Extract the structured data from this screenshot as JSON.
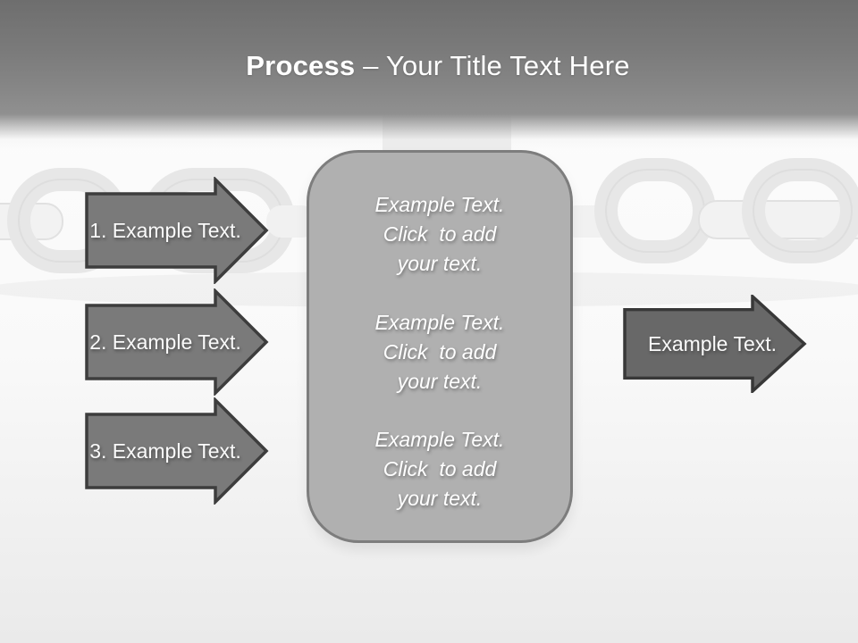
{
  "header": {
    "title_bold": "Process",
    "title_rest": "– Your Title Text Here"
  },
  "left_arrows": [
    {
      "label": "1. Example Text."
    },
    {
      "label": "2. Example Text."
    },
    {
      "label": "3. Example Text."
    }
  ],
  "center_box": {
    "blocks": [
      {
        "lines": [
          "Example Text.",
          "Click  to add",
          "your text."
        ]
      },
      {
        "lines": [
          "Example Text.",
          "Click  to add",
          "your text."
        ]
      },
      {
        "lines": [
          "Example Text.",
          "Click  to add",
          "your text."
        ]
      }
    ]
  },
  "right_arrow": {
    "label": "Example Text."
  },
  "background": {
    "watermark": "chain-links"
  },
  "colors": {
    "header_gradient_top": "#6e6e6e",
    "header_gradient_bottom": "#909090",
    "title_text": "#ffffff",
    "arrow_fill": "#7a7a7a",
    "arrow_border": "#3d3d3d",
    "right_arrow_fill": "#686868",
    "box_fill": "#b0b0b0",
    "box_border": "#7d7d7d",
    "box_text": "#ffffff",
    "chain_watermark": "#e7e7e7"
  }
}
